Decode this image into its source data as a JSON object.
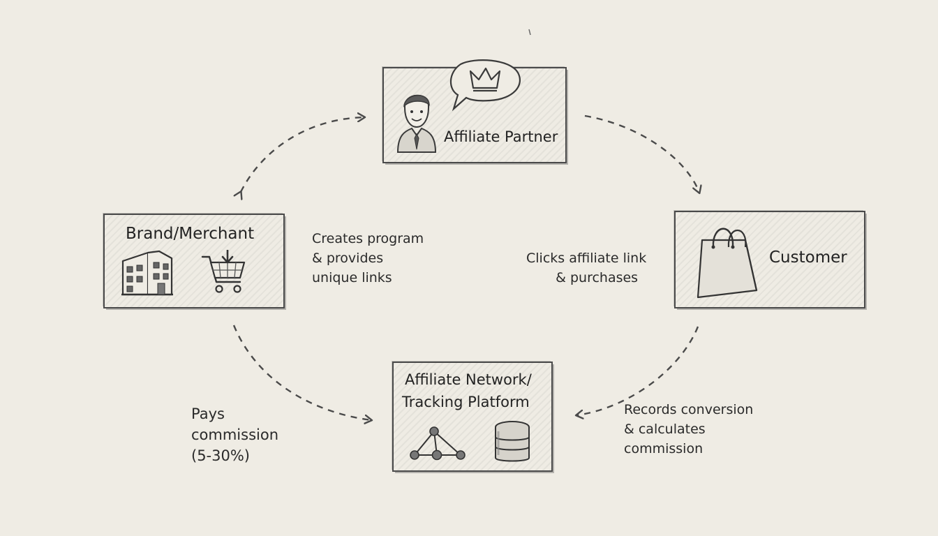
{
  "nodes": {
    "affiliate_partner": {
      "label": "Affiliate Partner"
    },
    "brand_merchant": {
      "label": "Brand/Merchant"
    },
    "customer": {
      "label": "Customer"
    },
    "network": {
      "label_line1": "Affiliate Network/",
      "label_line2": "Tracking Platform"
    }
  },
  "flows": {
    "brand_to_partner": {
      "line1": "Creates program",
      "line2": "& provides",
      "line3": "unique links"
    },
    "partner_to_customer": {
      "line1": "Clicks affiliate link",
      "line2": "& purchases"
    },
    "customer_to_network": {
      "line1": "Records conversion",
      "line2": "& calculates",
      "line3": "commission"
    },
    "brand_to_network": {
      "line1": "Pays",
      "line2": "commission",
      "line3": "(5-30%)"
    }
  },
  "colors": {
    "paper": "#efece4",
    "ink": "#2b2b2b",
    "pencil": "#4a4a4a"
  }
}
